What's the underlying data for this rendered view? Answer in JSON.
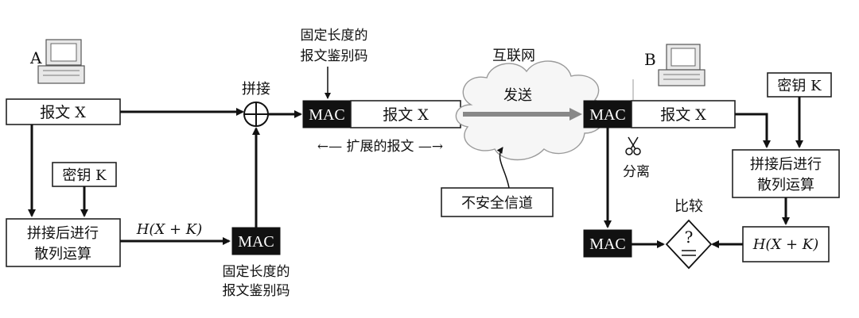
{
  "sender": {
    "label": "A",
    "message": "报文 X",
    "key": "密钥 K",
    "hash_process": [
      "拼接后进行",
      "散列运算"
    ],
    "hash_output": "H(X + K)",
    "mac": "MAC",
    "fixed_code_label": [
      "固定长度的",
      "报文鉴别码"
    ],
    "concat_label": "拼接",
    "top_code_label": [
      "固定长度的",
      "报文鉴别码"
    ],
    "ext_mac": "MAC",
    "ext_message": "报文 X",
    "ext_label": "←— 扩展的报文 —→"
  },
  "network": {
    "title": "互联网",
    "send": "发送",
    "insecure_channel": "不安全信道"
  },
  "receiver": {
    "label": "B",
    "mac": "MAC",
    "message": "报文 X",
    "separate": "分离",
    "key": "密钥 K",
    "hash_process": [
      "拼接后进行",
      "散列运算"
    ],
    "hash_output": "H(X + K)",
    "compare": "比较",
    "compare_symbol": "?",
    "mac_out": "MAC"
  },
  "icons": [
    "computer-icon",
    "scissors-icon",
    "plus-circle-icon"
  ]
}
